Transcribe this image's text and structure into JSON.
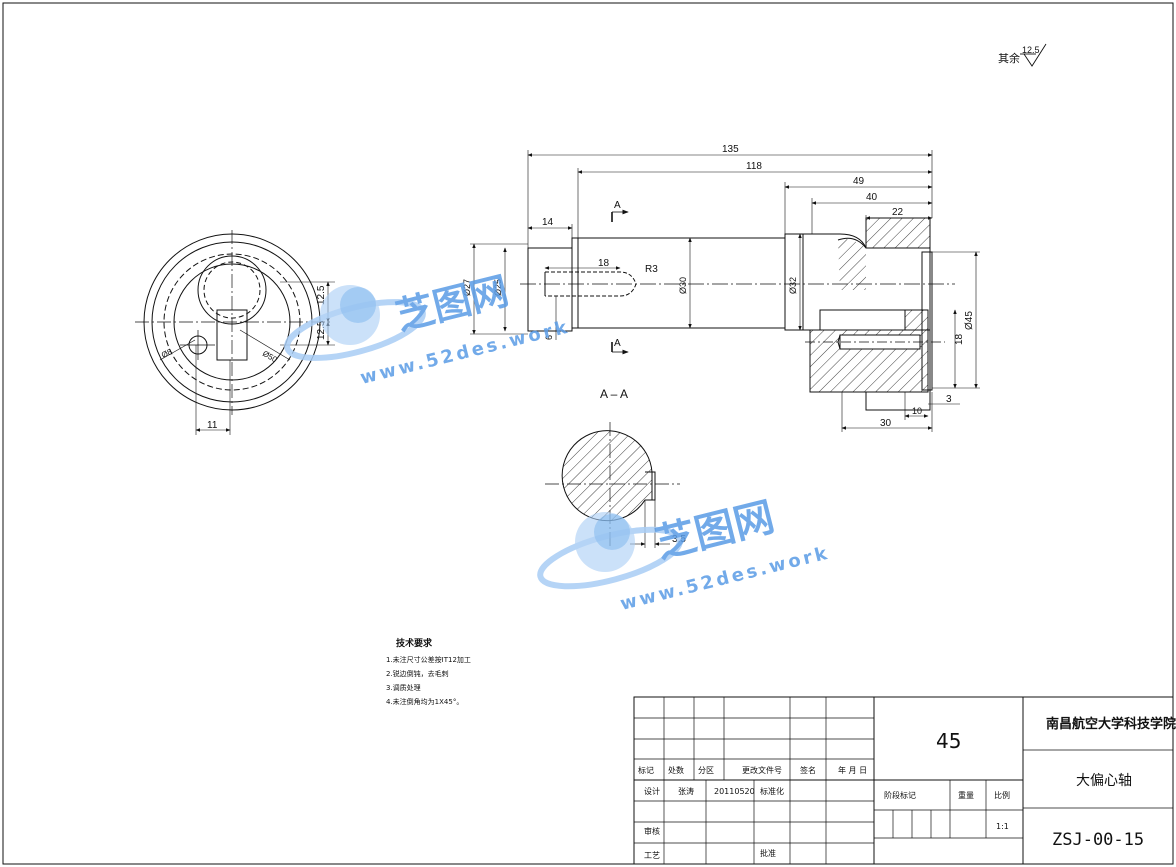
{
  "surface_finish": {
    "label": "其余",
    "value": "12.5"
  },
  "dimensions": {
    "total_length": "135",
    "shaft_length": "118",
    "right_section": "49",
    "bore_depth": "40",
    "step_22": "22",
    "left_step": "14",
    "hole_depth": "18",
    "fillet": "R3",
    "dia_27": "Ø27",
    "dia_25": "Ø25",
    "dia_30": "Ø30",
    "dia_32": "Ø32",
    "dia_45": "Ø45",
    "dim_18_right": "18",
    "dim_6": "6",
    "dim_30": "30",
    "dim_10": "10",
    "dim_3": "3",
    "end_view_11": "11",
    "end_view_25a": "12.5",
    "end_view_25b": "12.5",
    "end_view_dia": "Ø50",
    "end_view_small": "Ø8",
    "key_depth": "3.5"
  },
  "section": {
    "marker": "A",
    "title": "A – A"
  },
  "tech_requirements": {
    "title": "技术要求",
    "items": [
      "1.未注尺寸公差按IT12加工",
      "2.锐边倒钝，去毛刺",
      "3.调质处理",
      "4.未注倒角均为1X45°。"
    ]
  },
  "title_block": {
    "material": "45",
    "school": "南昌航空大学科技学院",
    "part_name": "大偏心轴",
    "drawing_no": "ZSJ-00-15",
    "scale": "1:1",
    "row_labels": [
      "标记",
      "处数",
      "分区",
      "更改文件号",
      "签名",
      "年 月 日"
    ],
    "designer_label": "设计",
    "designer_name": "张涛",
    "date": "20110520",
    "std_label": "标准化",
    "stage_label": "阶段标记",
    "weight_label": "重量",
    "scale_label": "比例",
    "review_label": "审核",
    "process_label": "工艺",
    "approve_label": "批准"
  },
  "watermark": {
    "brand": "芝图网",
    "url": "www.52des.work"
  },
  "colors": {
    "line": "#111111",
    "watermark": "#3f8fe6",
    "watermark_light": "#a9cdf5"
  }
}
